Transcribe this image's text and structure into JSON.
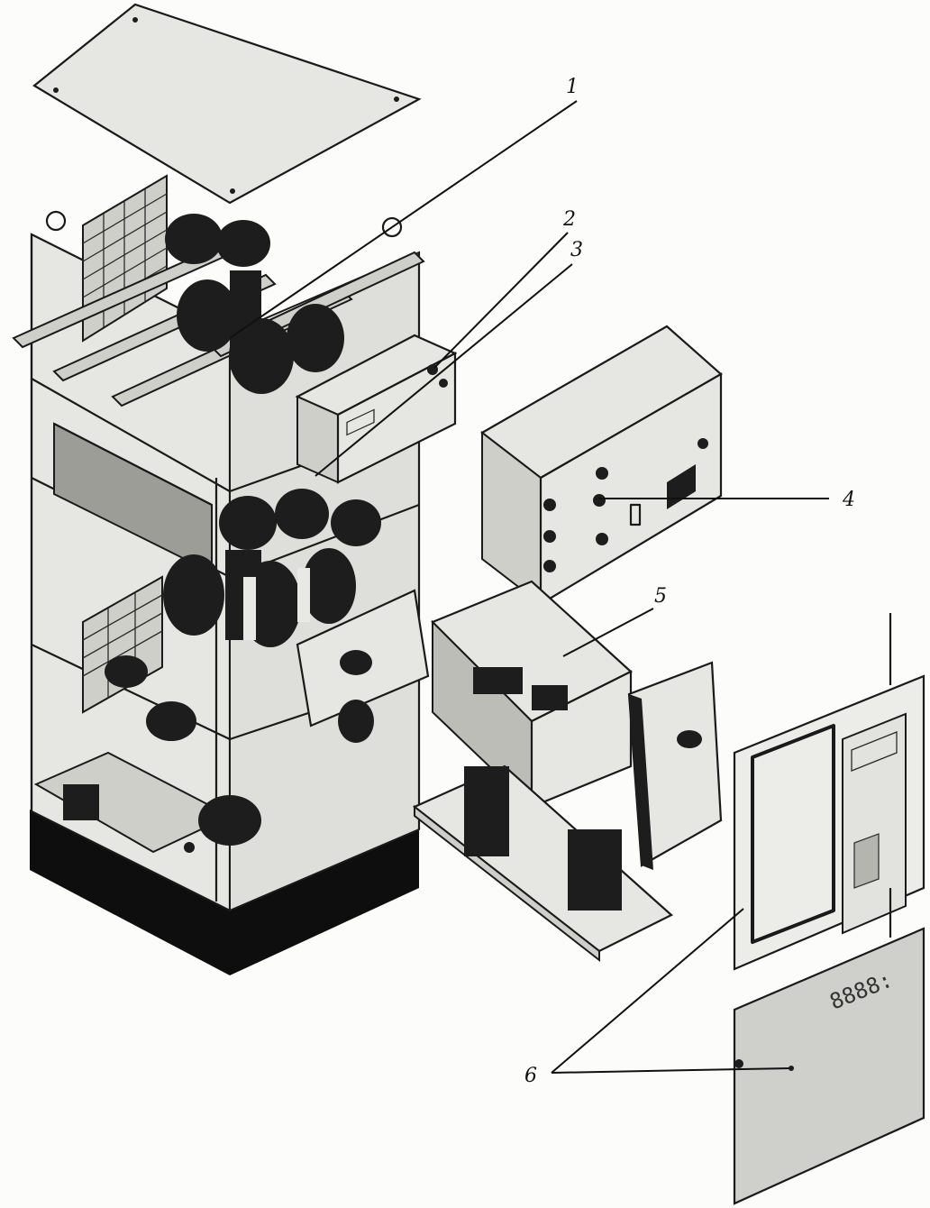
{
  "callouts": {
    "c1": "1",
    "c2": "2",
    "c3": "3",
    "c4": "4",
    "c5": "5",
    "c6": "6"
  },
  "panel_markings": {
    "door_display": "8888:"
  }
}
